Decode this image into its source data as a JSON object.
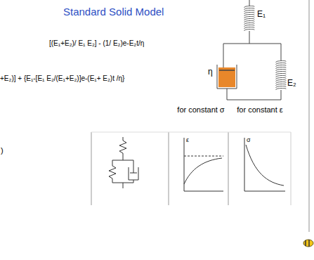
{
  "diagram": {
    "title": "Standard Solid Model",
    "labels": [
      "[(E₁+E₂)/ E₁ E₂] - (1/ E₂)e-E₂t/η",
      "+E₂)] + {E₁-[E₁ E₂/(E₁+E₂)]e-(E₁+ E₂)t /η}",
      "E₁",
      "η",
      "E₂",
      "for constant σ",
      "for constant ε",
      ")",
      "ε",
      "σ"
    ]
  }
}
